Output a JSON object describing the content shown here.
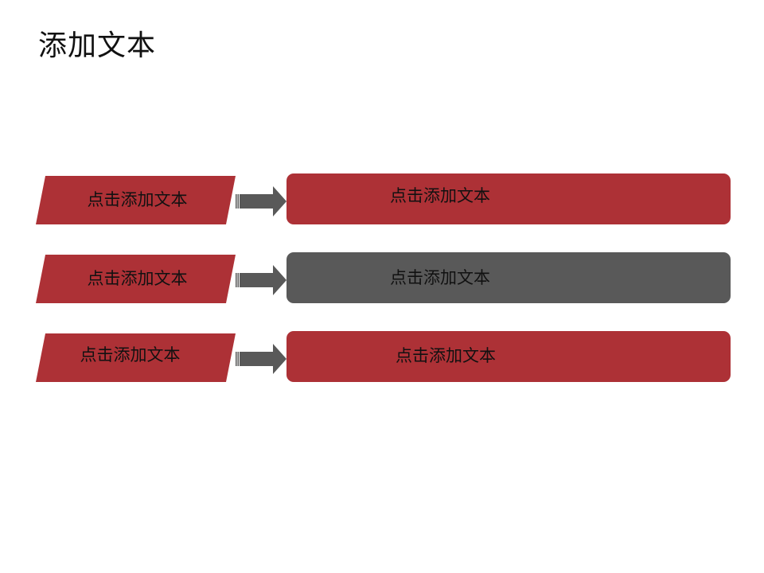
{
  "slide": {
    "title": "添加文本",
    "colors": {
      "red": "#ad3136",
      "gray": "#595959",
      "arrow": "#595959",
      "text": "#111111"
    }
  },
  "rows": [
    {
      "left_label": "点击添加文本",
      "right_label": "点击添加文本",
      "right_color": "red",
      "arrow_icon": "right-arrow-icon"
    },
    {
      "left_label": "点击添加文本",
      "right_label": "点击添加文本",
      "right_color": "gray",
      "arrow_icon": "right-arrow-icon"
    },
    {
      "left_label": "点击添加文本",
      "right_label": "点击添加文本",
      "right_color": "red",
      "arrow_icon": "right-arrow-icon"
    }
  ]
}
